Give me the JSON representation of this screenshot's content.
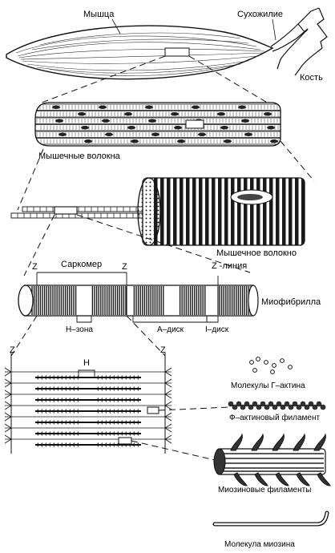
{
  "labels": {
    "muscle": "Мышца",
    "tendon": "Сухожилие",
    "bone": "Кость",
    "muscle_fibers": "Мышечные волокна",
    "muscle_fiber": "Мышечное волокно",
    "sarcomere": "Саркомер",
    "z_line": "Z -линия",
    "z": "Z",
    "myofibril": "Миофибрилла",
    "h_zone": "H–зона",
    "a_disk": "A–диск",
    "i_disk": "I–диск",
    "h": "H",
    "g_actin": "Молекулы  Г–актина",
    "f_actin": "Ф–актиновый филамент",
    "myosin_filaments": "Миозиновые филаменты",
    "myosin_molecule": "Молекула миозина"
  }
}
